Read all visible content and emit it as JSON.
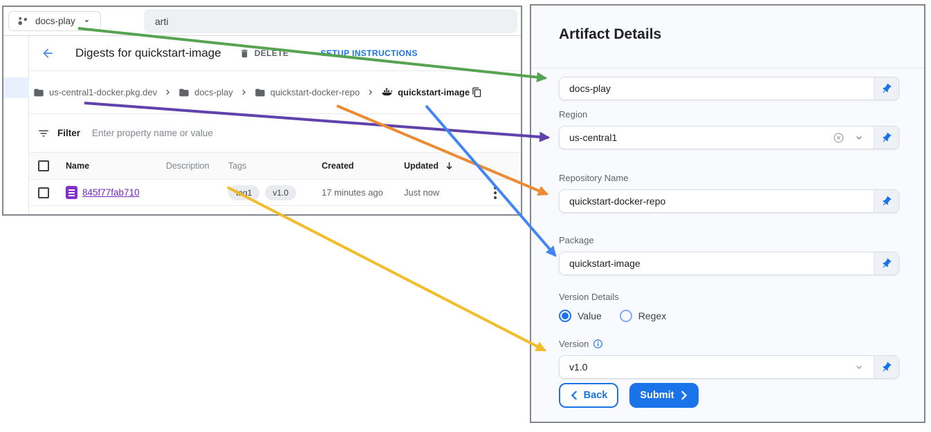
{
  "console": {
    "project_selector_label": "docs-play",
    "search_value": "arti",
    "header": {
      "title": "Digests for quickstart-image",
      "delete_label": "DELETE",
      "setup_label": "SETUP INSTRUCTIONS"
    },
    "breadcrumb": {
      "items": [
        "us-central1-docker.pkg.dev",
        "docs-play",
        "quickstart-docker-repo",
        "quickstart-image"
      ]
    },
    "filter_label": "Filter",
    "filter_placeholder": "Enter property name or value",
    "table": {
      "columns": [
        "Name",
        "Description",
        "Tags",
        "Created",
        "Updated"
      ],
      "row": {
        "name": "845f77fab710",
        "description": "",
        "tags": [
          "tag1",
          "v1.0"
        ],
        "created": "17 minutes ago",
        "updated": "Just now"
      }
    }
  },
  "form": {
    "title": "Artifact Details",
    "project_value": "docs-play",
    "region": {
      "label": "Region",
      "value": "us-central1"
    },
    "repository": {
      "label": "Repository Name",
      "value": "quickstart-docker-repo"
    },
    "package": {
      "label": "Package",
      "value": "quickstart-image"
    },
    "version_details": {
      "label": "Version Details",
      "options": [
        "Value",
        "Regex"
      ],
      "selected": "Value"
    },
    "version": {
      "label": "Version",
      "value": "v1.0"
    },
    "back_label": "Back",
    "submit_label": "Submit"
  },
  "colors": {
    "accent_blue": "#1a73e8",
    "link_purple": "#7627bb",
    "arrow_green": "#56a351",
    "arrow_purple": "#6142ad",
    "arrow_orange": "#ec8b33",
    "arrow_blue": "#4285f4",
    "arrow_yellow": "#f2bc2b"
  }
}
